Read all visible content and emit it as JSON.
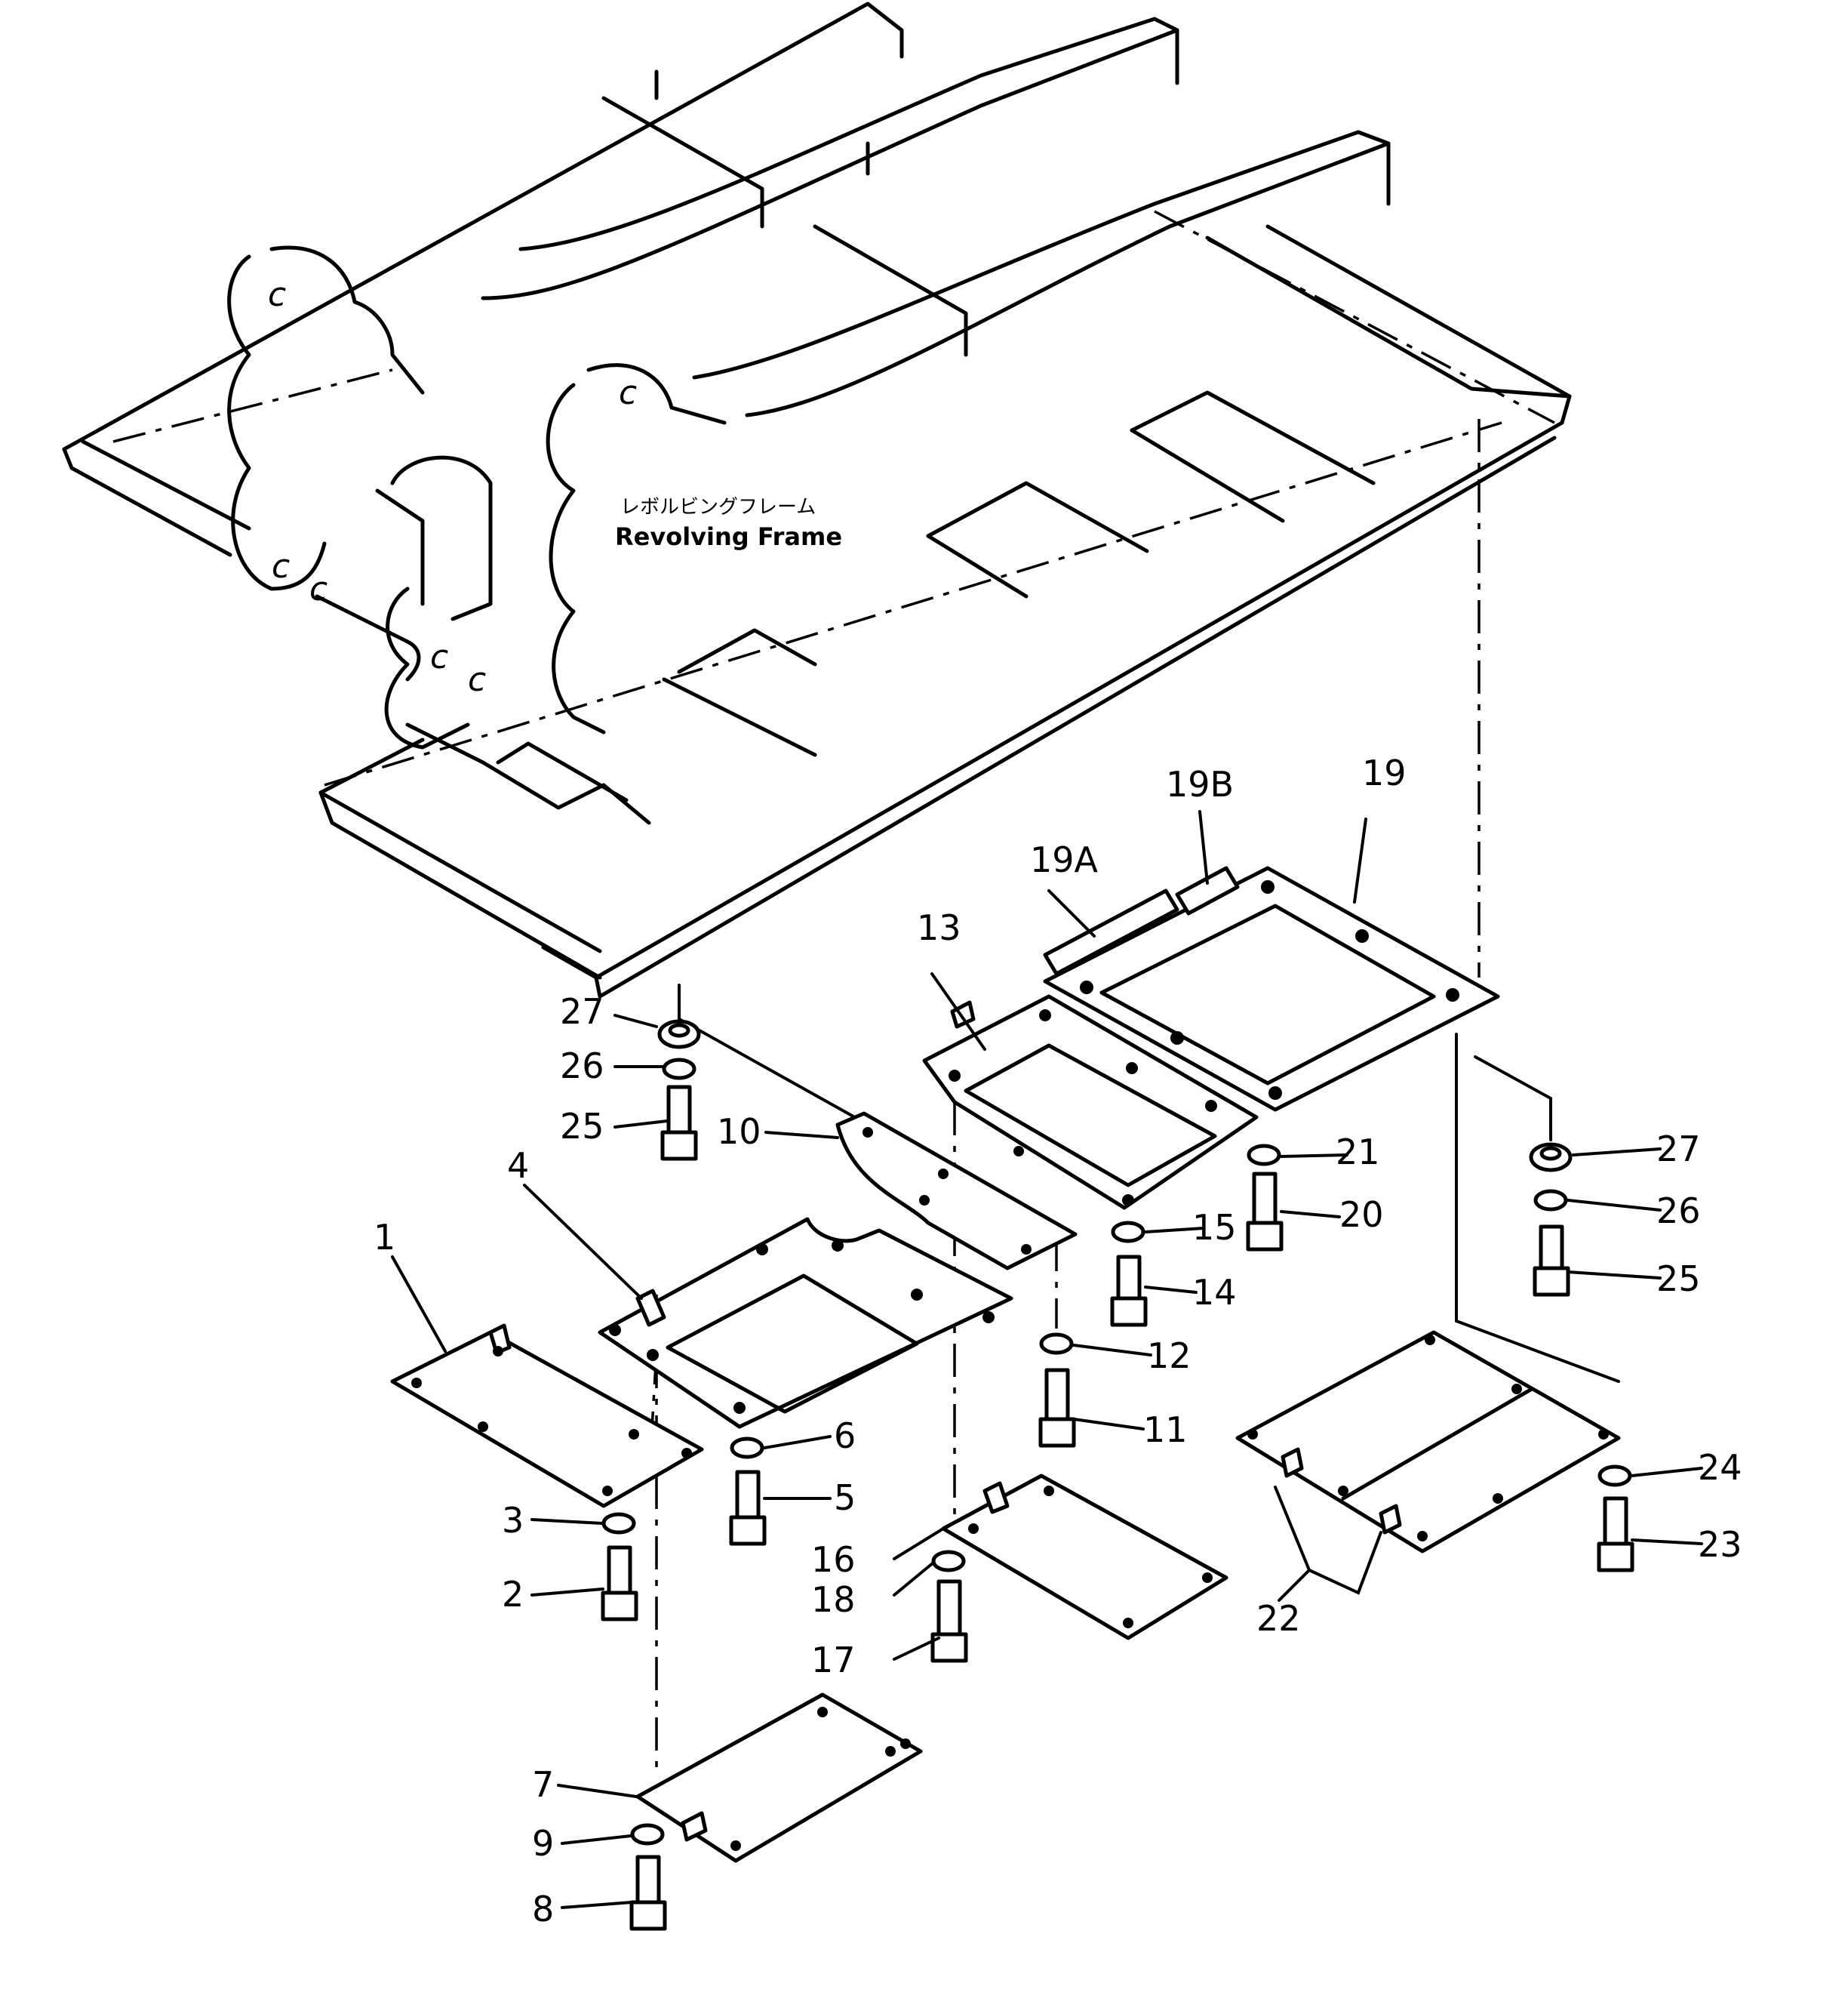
{
  "frame_label": {
    "japanese": "レボルビングフレーム",
    "english": "Revolving Frame"
  },
  "callouts": {
    "c1": "1",
    "c2": "2",
    "c3": "3",
    "c4": "4",
    "c5": "5",
    "c6": "6",
    "c7": "7",
    "c8": "8",
    "c9": "9",
    "c10": "10",
    "c11": "11",
    "c12": "12",
    "c13": "13",
    "c14": "14",
    "c15": "15",
    "c16": "16",
    "c17": "17",
    "c18": "18",
    "c19": "19",
    "c19a": "19A",
    "c19b": "19B",
    "c20": "20",
    "c21": "21",
    "c22": "22",
    "c23": "23",
    "c24": "24",
    "c25l": "25",
    "c26l": "26",
    "c27l": "27",
    "c25r": "25",
    "c26r": "26",
    "c27r": "27"
  }
}
